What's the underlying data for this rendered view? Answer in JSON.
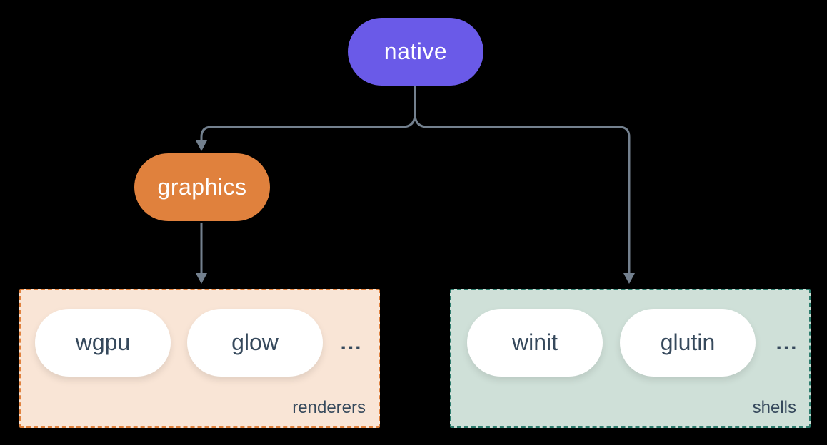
{
  "diagram": {
    "background": "#000000",
    "connector_color": "#73808e",
    "pill_text_color": "#36495c",
    "nodes": {
      "native": {
        "label": "native",
        "color": "#6a5ae8",
        "text_color": "#ffffff"
      },
      "graphics": {
        "label": "graphics",
        "color": "#e0813d",
        "text_color": "#ffffff"
      }
    },
    "groups": {
      "renderers": {
        "label": "renderers",
        "fill": "#f9e5d6",
        "border": "#e0813d",
        "items": [
          {
            "label": "wgpu"
          },
          {
            "label": "glow"
          }
        ],
        "ellipsis": "..."
      },
      "shells": {
        "label": "shells",
        "fill": "#cfe0d8",
        "border": "#2e7d6e",
        "items": [
          {
            "label": "winit"
          },
          {
            "label": "glutin"
          }
        ],
        "ellipsis": "..."
      }
    },
    "edges": [
      {
        "from": "native",
        "to": "graphics"
      },
      {
        "from": "native",
        "to": "shells"
      },
      {
        "from": "graphics",
        "to": "renderers"
      }
    ]
  }
}
